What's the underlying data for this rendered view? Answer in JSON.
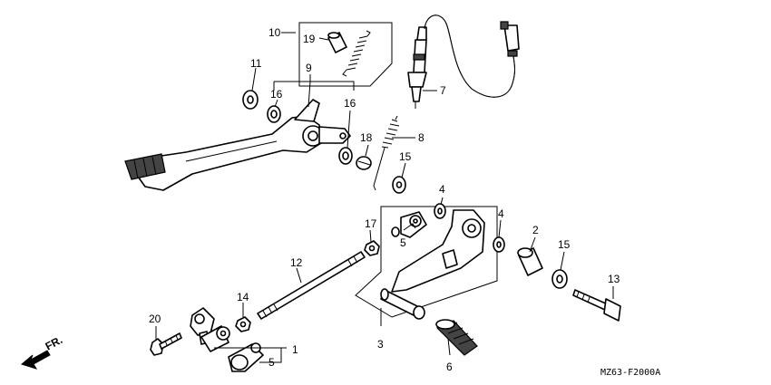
{
  "diagram_code": "MZ63-F2000A",
  "direction_label": "FR.",
  "callouts": [
    {
      "id": "c1",
      "text": "1"
    },
    {
      "id": "c2",
      "text": "2"
    },
    {
      "id": "c3",
      "text": "3"
    },
    {
      "id": "c4a",
      "text": "4"
    },
    {
      "id": "c4b",
      "text": "4"
    },
    {
      "id": "c5a",
      "text": "5"
    },
    {
      "id": "c5b",
      "text": "5"
    },
    {
      "id": "c6",
      "text": "6"
    },
    {
      "id": "c7",
      "text": "7"
    },
    {
      "id": "c8",
      "text": "8"
    },
    {
      "id": "c9",
      "text": "9"
    },
    {
      "id": "c10",
      "text": "10"
    },
    {
      "id": "c11",
      "text": "11"
    },
    {
      "id": "c12",
      "text": "12"
    },
    {
      "id": "c13",
      "text": "13"
    },
    {
      "id": "c14",
      "text": "14"
    },
    {
      "id": "c15a",
      "text": "15"
    },
    {
      "id": "c15b",
      "text": "15"
    },
    {
      "id": "c16a",
      "text": "16"
    },
    {
      "id": "c16b",
      "text": "16"
    },
    {
      "id": "c17",
      "text": "17"
    },
    {
      "id": "c18",
      "text": "18"
    },
    {
      "id": "c19",
      "text": "19"
    },
    {
      "id": "c20",
      "text": "20"
    }
  ]
}
